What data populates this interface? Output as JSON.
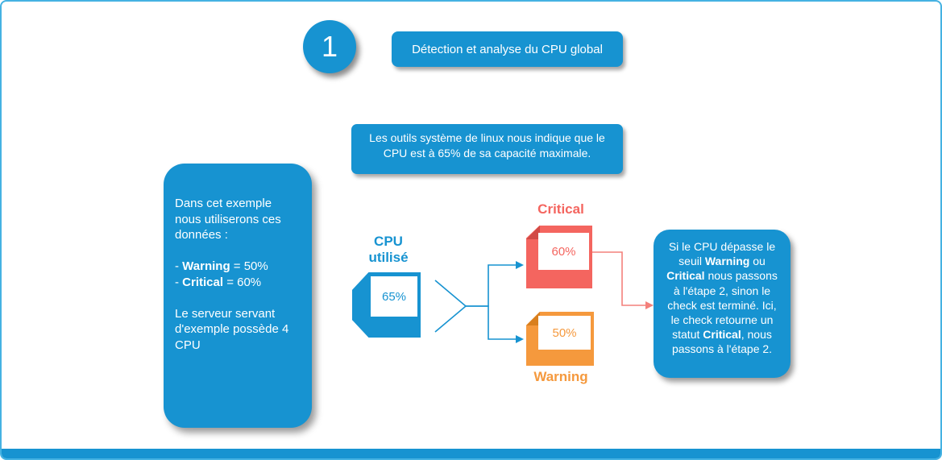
{
  "colors": {
    "blue": "#1793d1",
    "critical_red": "#f4655f",
    "warning_orange": "#f5993d",
    "frame_border": "#45b2e2"
  },
  "step": {
    "number": "1",
    "title": "Détection et analyse du CPU global"
  },
  "info_callout": {
    "text": "Les outils système de linux nous indique que le CPU est à 65% de sa capacité maximale."
  },
  "example_panel": {
    "rich": [
      {
        "t": "Dans cet exemple nous utiliserons ces données :"
      },
      {
        "br": 2
      },
      {
        "t": "- "
      },
      {
        "t": "Warning",
        "b": true
      },
      {
        "t": " = 50%"
      },
      {
        "br": 1
      },
      {
        "t": "- "
      },
      {
        "t": "Critical",
        "b": true
      },
      {
        "t": " = 60%"
      },
      {
        "br": 2
      },
      {
        "t": "Le serveur servant d'exemple possède 4 CPU"
      }
    ]
  },
  "flow": {
    "cpu_label": "CPU utilisé",
    "cpu_value": "65%",
    "critical_label": "Critical",
    "critical_value": "60%",
    "warning_label": "Warning",
    "warning_value": "50%"
  },
  "result_panel": {
    "rich": [
      {
        "t": "Si le CPU dépasse le seuil "
      },
      {
        "t": "Warning",
        "b": true
      },
      {
        "t": " ou "
      },
      {
        "t": "Critical",
        "b": true
      },
      {
        "t": " nous passons à l'étape 2, sinon le check est terminé. Ici, le check retourne un statut "
      },
      {
        "t": "Critical",
        "b": true
      },
      {
        "t": ", nous passons à l'étape 2."
      }
    ]
  }
}
